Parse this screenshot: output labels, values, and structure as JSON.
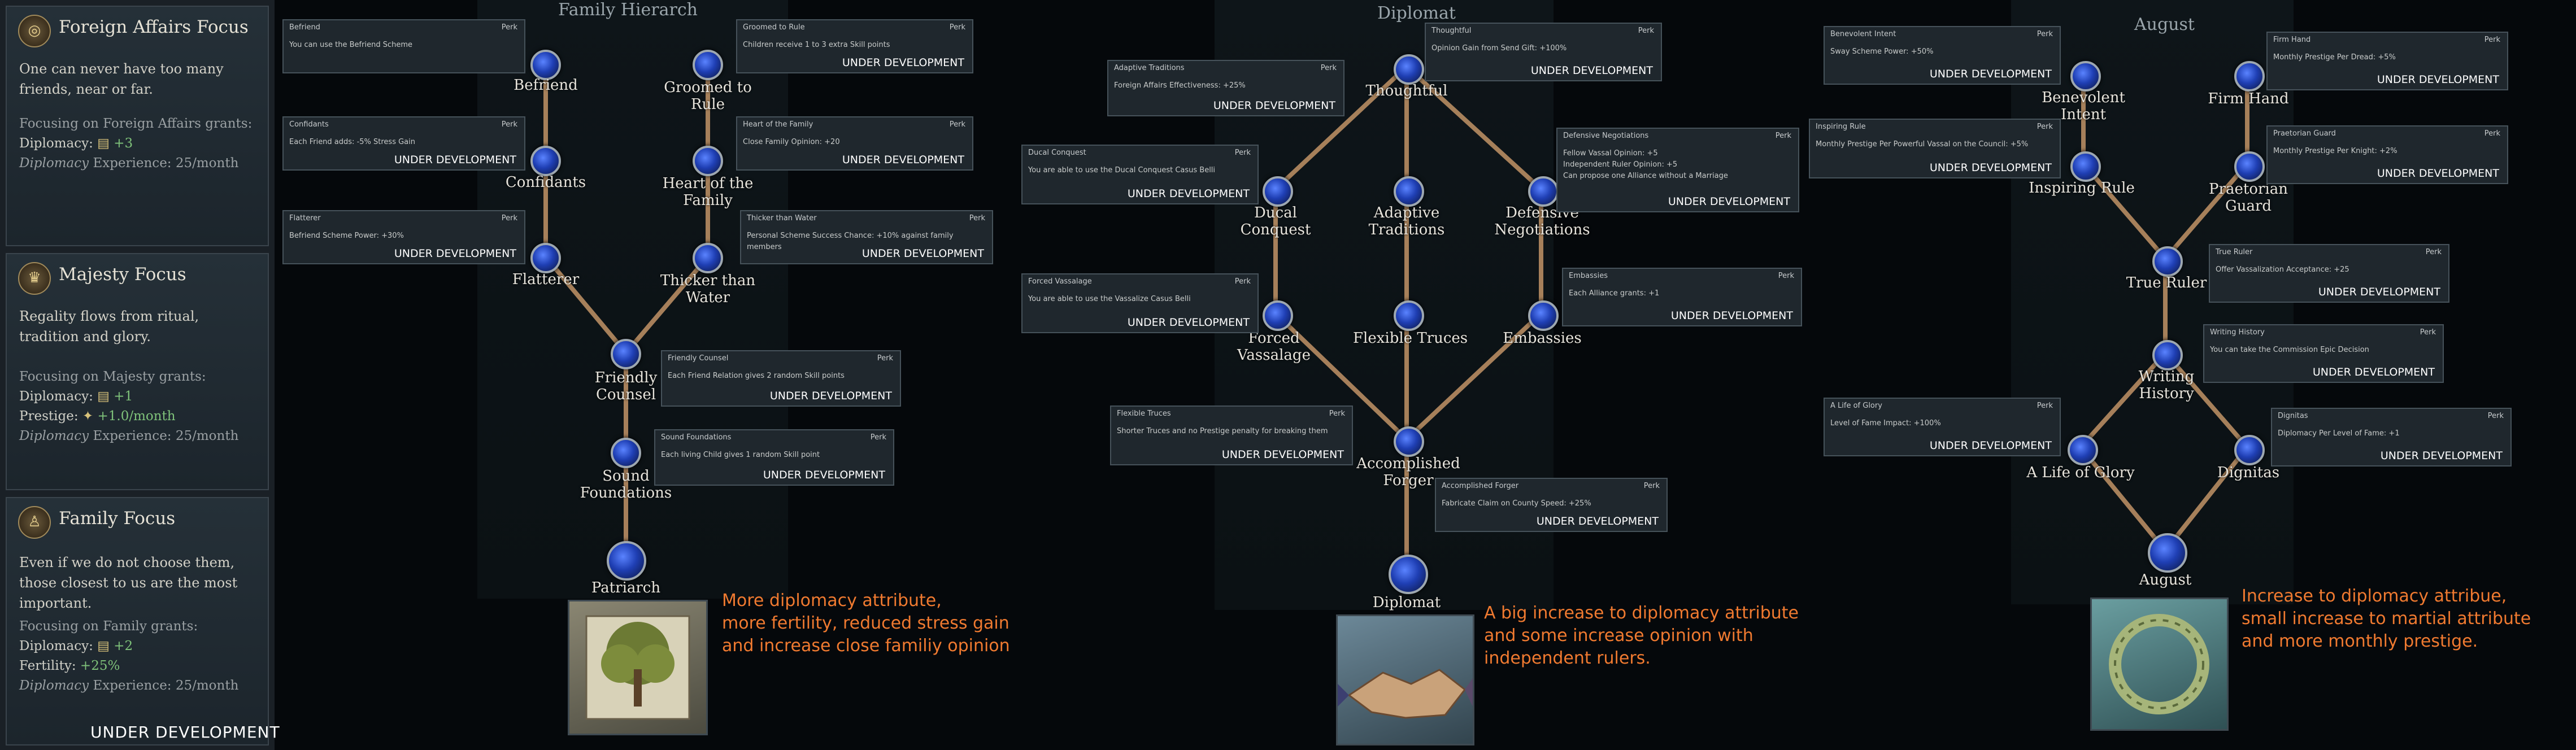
{
  "left_panel": {
    "cards": [
      {
        "title": "Foreign Affairs Focus",
        "icon": "globe-icon",
        "description": "One can never have too many friends, near or far.",
        "grants_heading": "Focusing on Foreign Affairs grants:",
        "grants": [
          {
            "label": "Diplomacy:",
            "value": "+3"
          }
        ],
        "experience": {
          "label": "Diplomacy",
          "value": "Experience: 25/month"
        }
      },
      {
        "title": "Majesty Focus",
        "icon": "crown-icon",
        "description": "Regality flows from ritual, tradition and glory.",
        "grants_heading": "Focusing on Majesty grants:",
        "grants": [
          {
            "label": "Diplomacy:",
            "value": "+1"
          },
          {
            "label": "Prestige:",
            "value": "+1.0/month"
          }
        ],
        "experience": {
          "label": "Diplomacy",
          "value": "Experience: 25/month"
        }
      },
      {
        "title": "Family Focus",
        "icon": "family-icon",
        "description": "Even if we do not choose them, those closest to us are the most important.",
        "grants_heading": "Focusing on Family grants:",
        "grants": [
          {
            "label": "Diplomacy:",
            "value": "+2"
          },
          {
            "label": "Fertility:",
            "value": "+25%"
          }
        ],
        "experience": {
          "label": "Diplomacy",
          "value": "Experience: 25/month"
        }
      }
    ],
    "under_development": "UNDER DEVELOPMENT"
  },
  "trees": {
    "family": {
      "title": "Family Hierarch",
      "nodes": [
        "Befriend",
        "Groomed to Rule",
        "Confidants",
        "Heart of the Family",
        "Flatterer",
        "Thicker than Water",
        "Friendly Counsel",
        "Sound Foundations",
        "Patriarch"
      ],
      "tooltips": [
        {
          "name": "Befriend",
          "perk": "Perk",
          "desc": "You can use the Befriend Scheme",
          "ud": ""
        },
        {
          "name": "Groomed to Rule",
          "perk": "Perk",
          "desc": "Children receive 1 to 3 extra Skill points",
          "ud": "UNDER DEVELOPMENT"
        },
        {
          "name": "Confidants",
          "perk": "Perk",
          "desc": "Each Friend adds: -5% Stress Gain",
          "ud": "UNDER DEVELOPMENT"
        },
        {
          "name": "Heart of the Family",
          "perk": "Perk",
          "desc": "Close Family Opinion: +20",
          "ud": "UNDER DEVELOPMENT"
        },
        {
          "name": "Flatterer",
          "perk": "Perk",
          "desc": "Befriend Scheme Power: +30%",
          "ud": "UNDER DEVELOPMENT"
        },
        {
          "name": "Thicker than Water",
          "perk": "Perk",
          "desc": "Personal Scheme Success Chance: +10% against family members",
          "ud": "UNDER DEVELOPMENT"
        },
        {
          "name": "Friendly Counsel",
          "perk": "Perk",
          "desc": "Each Friend Relation gives 2 random Skill points",
          "ud": "UNDER DEVELOPMENT"
        },
        {
          "name": "Sound Foundations",
          "perk": "Perk",
          "desc": "Each living Child gives 1 random Skill point",
          "ud": "UNDER DEVELOPMENT"
        }
      ],
      "caption": [
        "More diplomacy attribute,",
        "more fertility, reduced stress gain",
        "and increase close familiy opinion"
      ]
    },
    "diplomat": {
      "title": "Diplomat",
      "nodes": [
        "Thoughtful",
        "Ducal Conquest",
        "Adaptive Traditions",
        "Defensive Negotiations",
        "Forced Vassalage",
        "Flexible Truces",
        "Embassies",
        "Accomplished Forger",
        "Diplomat"
      ],
      "tooltips": [
        {
          "name": "Thoughtful",
          "perk": "Perk",
          "desc": "Opinion Gain from Send Gift: +100%",
          "ud": "UNDER DEVELOPMENT"
        },
        {
          "name": "Adaptive Traditions",
          "perk": "Perk",
          "desc": "Foreign Affairs Effectiveness: +25%",
          "ud": "UNDER DEVELOPMENT"
        },
        {
          "name": "Ducal Conquest",
          "perk": "Perk",
          "desc": "You are able to use the Ducal Conquest Casus Belli",
          "ud": "UNDER DEVELOPMENT"
        },
        {
          "name": "Defensive Negotiations",
          "perk": "Perk",
          "desc": "Fellow Vassal Opinion: +5\nIndependent Ruler Opinion: +5\nCan propose one Alliance without a Marriage",
          "ud": "UNDER DEVELOPMENT"
        },
        {
          "name": "Forced Vassalage",
          "perk": "Perk",
          "desc": "You are able to use the Vassalize Casus Belli",
          "ud": "UNDER DEVELOPMENT"
        },
        {
          "name": "Embassies",
          "perk": "Perk",
          "desc": "Each Alliance grants: +1",
          "ud": "UNDER DEVELOPMENT"
        },
        {
          "name": "Flexible Truces",
          "perk": "Perk",
          "desc": "Shorter Truces and no Prestige penalty for breaking them",
          "ud": "UNDER DEVELOPMENT"
        },
        {
          "name": "Accomplished Forger",
          "perk": "Perk",
          "desc": "Fabricate Claim on County Speed: +25%",
          "ud": "UNDER DEVELOPMENT"
        }
      ],
      "caption": [
        "A big increase to diplomacy attribute",
        "and some increase opinion with",
        "independent rulers."
      ]
    },
    "august": {
      "title": "August",
      "nodes": [
        "Benevolent Intent",
        "Firm Hand",
        "Inspiring Rule",
        "Praetorian Guard",
        "True Ruler",
        "Writing History",
        "A Life of Glory",
        "Dignitas",
        "August"
      ],
      "tooltips": [
        {
          "name": "Benevolent Intent",
          "perk": "Perk",
          "desc": "Sway Scheme Power: +50%",
          "ud": "UNDER DEVELOPMENT"
        },
        {
          "name": "Firm Hand",
          "perk": "Perk",
          "desc": "Monthly Prestige Per Dread: +5%",
          "ud": "UNDER DEVELOPMENT"
        },
        {
          "name": "Inspiring Rule",
          "perk": "Perk",
          "desc": "Monthly Prestige Per Powerful Vassal on the Council: +5%",
          "ud": "UNDER DEVELOPMENT"
        },
        {
          "name": "Praetorian Guard",
          "perk": "Perk",
          "desc": "Monthly Prestige Per Knight: +2%",
          "ud": "UNDER DEVELOPMENT"
        },
        {
          "name": "True Ruler",
          "perk": "Perk",
          "desc": "Offer Vassalization Acceptance: +25",
          "ud": "UNDER DEVELOPMENT"
        },
        {
          "name": "Writing History",
          "perk": "Perk",
          "desc": "You can take the Commission Epic Decision",
          "ud": "UNDER DEVELOPMENT"
        },
        {
          "name": "A Life of Glory",
          "perk": "Perk",
          "desc": "Level of Fame Impact: +100%",
          "ud": "UNDER DEVELOPMENT"
        },
        {
          "name": "Dignitas",
          "perk": "Perk",
          "desc": "Diplomacy Per Level of Fame: +1",
          "ud": "UNDER DEVELOPMENT"
        }
      ],
      "caption": [
        "Increase to diplomacy attribue,",
        "small increase to martial attribute",
        "and more monthly prestige."
      ]
    }
  }
}
